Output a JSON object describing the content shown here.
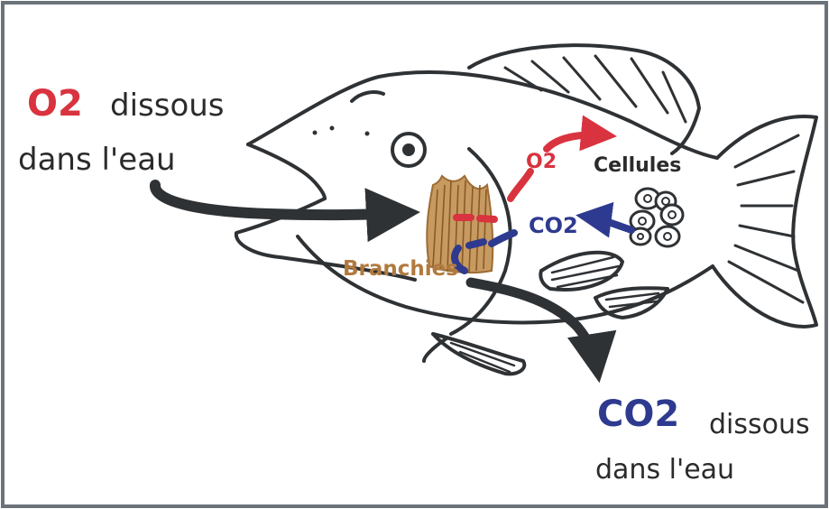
{
  "labels": {
    "o2_in": {
      "formula": "O2",
      "line1": "dissous",
      "line2": "dans l'eau"
    },
    "co2_out": {
      "formula": "CO2",
      "line1": "dissous",
      "line2": "dans l'eau"
    },
    "o2_small": "O2",
    "co2_small": "CO2",
    "cellules": "Cellules",
    "branchies": "Branchies"
  },
  "colors": {
    "outline": "#2f3235",
    "o2": "#d8333f",
    "co2": "#2e3a8f",
    "gills": "#b17a3e",
    "arrow": "#2f3235"
  }
}
